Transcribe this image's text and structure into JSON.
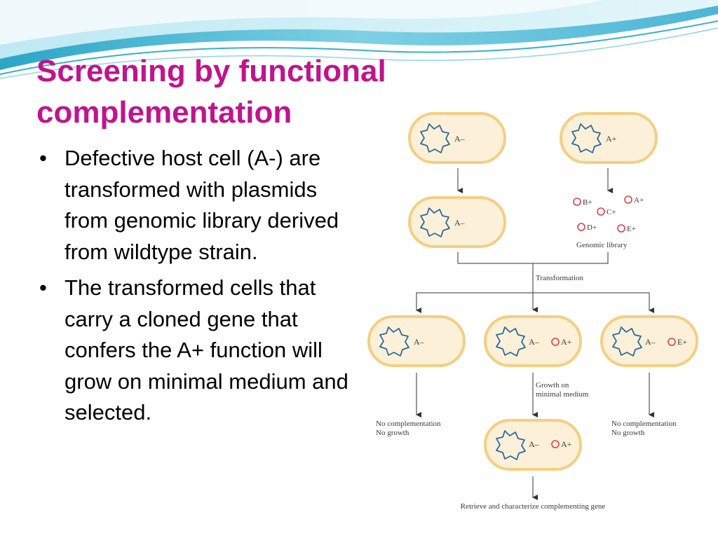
{
  "slide": {
    "title_line_1": "Screening by functional",
    "title_line_2": "complementation",
    "bullet_symbol": "•",
    "bullets": [
      "Defective host cell (A-) are transformed with plasmids from genomic library derived from wildtype strain.",
      "The transformed cells that carry a cloned gene that confers the A+ function will grow on minimal medium and selected."
    ]
  },
  "diagram": {
    "host_cell_label": "A–",
    "wildtype_cell_label": "A+",
    "library_plasmids": [
      "B+",
      "C+",
      "A+",
      "D+",
      "E+"
    ],
    "genomic_library_label": "Genomic library",
    "transformation_label": "Transformation",
    "transformant_plasmids": [
      "A+",
      "E+"
    ],
    "growth_label_line_1": "Growth on",
    "growth_label_line_2": "minimal medium",
    "no_complementation_line_1": "No complementation",
    "no_complementation_line_2": "No growth",
    "final_label": "Retrieve and characterize complementing gene"
  },
  "colors": {
    "title": "#c0148c",
    "plasmid": "#d9424a",
    "cell_fill": "#fdf0d8",
    "cell_border": "#f3cf84",
    "chromosome": "#2b6a9e"
  }
}
